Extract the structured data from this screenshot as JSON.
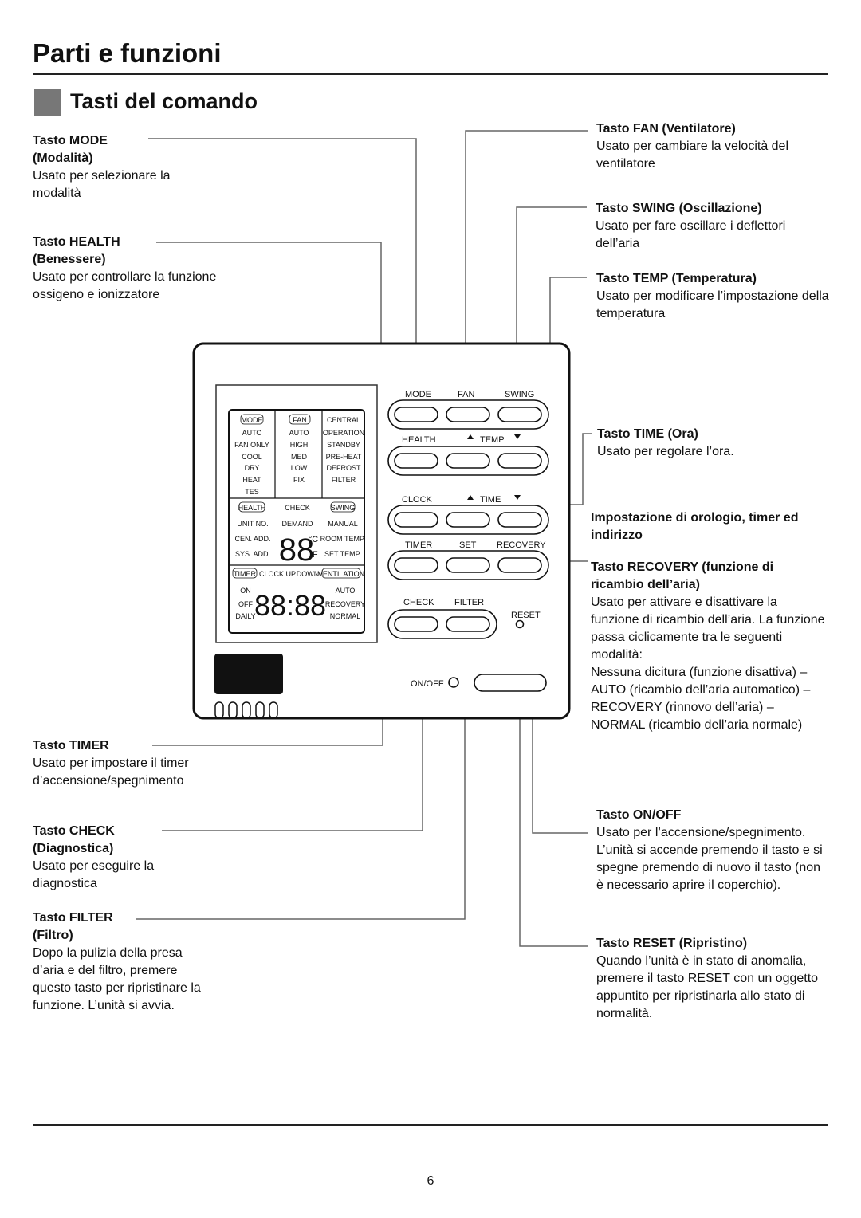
{
  "page": {
    "title": "Parti e funzioni",
    "section_title": "Tasti del comando",
    "page_number": "6"
  },
  "left": [
    {
      "title": "Tasto MODE (Modalità)",
      "desc": "Usato per selezionare la modalità"
    },
    {
      "title": "Tasto HEALTH (Benessere)",
      "desc": "Usato per controllare la funzione ossigeno e ionizzatore"
    },
    {
      "title": "Tasto TIMER",
      "desc": "Usato per impostare il timer d’accensione/spegnimento"
    },
    {
      "title": "Tasto CHECK (Diagnostica)",
      "desc": "Usato per eseguire la diagnostica"
    },
    {
      "title": "Tasto FILTER (Filtro)",
      "desc": "Dopo la pulizia della presa d’aria e del filtro, premere questo tasto per ripristinare la funzione. L’unità si avvia."
    }
  ],
  "right": [
    {
      "title": "Tasto FAN (Ventilatore)",
      "desc": "Usato per cambiare la velocità del ventilatore"
    },
    {
      "title": "Tasto SWING (Oscillazione)",
      "desc": "Usato per fare oscillare i deflettori dell’aria"
    },
    {
      "title": "Tasto TEMP (Temperatura)",
      "desc": "Usato per modificare l’impostazione della temperatura"
    },
    {
      "title": "Tasto TIME (Ora)",
      "desc": "Usato per regolare l’ora."
    },
    {
      "title": "Impostazione di orologio, timer ed indirizzo",
      "desc": ""
    },
    {
      "title": "Tasto RECOVERY (funzione di ricambio dell’aria)",
      "desc": "Usato per attivare e disattivare la funzione di ricambio dell’aria. La funzione passa ciclicamente tra le seguenti modalità:",
      "desc2": "Nessuna dicitura (funzione disattiva) – AUTO (ricambio dell’aria automatico) – RECOVERY (rinnovo dell’aria) – NORMAL (ricambio dell’aria normale)"
    },
    {
      "title": "Tasto ON/OFF",
      "desc": "Usato per l’accensione/spegnimento. L’unità si accende premendo il tasto e si spegne premendo di nuovo il tasto (non è necessario aprire il coperchio)."
    },
    {
      "title": "Tasto RESET (Ripristino)",
      "desc": "Quando l’unità è in stato di anomalia, premere il tasto RESET con un oggetto appuntito per ripristinarla allo stato di normalità."
    }
  ],
  "device": {
    "row1_labels": [
      "MODE",
      "FAN",
      "SWING"
    ],
    "row2_labels": [
      "HEALTH",
      "TEMP"
    ],
    "row3_labels": [
      "CLOCK",
      "TIME"
    ],
    "row4_labels": [
      "TIMER",
      "SET",
      "RECOVERY"
    ],
    "row5_labels": [
      "CHECK",
      "FILTER"
    ],
    "reset_label": "RESET",
    "onoff_label": "ON/OFF",
    "lcd": {
      "col1": [
        "MODE",
        "AUTO",
        "FAN ONLY",
        "COOL",
        "DRY",
        "HEAT",
        "TES"
      ],
      "col2": [
        "FAN",
        "AUTO",
        "HIGH",
        "MED",
        "LOW",
        "FIX"
      ],
      "col3": [
        "CENTRAL",
        "OPERATION",
        "STANDBY",
        "PRE-HEAT",
        "DEFROST",
        "FILTER"
      ],
      "mid_left": [
        "HEALTH",
        "UNIT NO.",
        "CEN. ADD.",
        "SYS. ADD."
      ],
      "mid_center": [
        "CHECK",
        "DEMAND"
      ],
      "mid_right": [
        "SWING",
        "MANUAL",
        "ROOM TEMP.",
        "SET TEMP."
      ],
      "temp_digits": "88",
      "unit_c": "°C",
      "unit_f": "°F",
      "timer_row": [
        "TIMER",
        "CLOCK UP",
        "DOWN",
        "VENTILATION"
      ],
      "bottom_left": [
        "ON",
        "OFF",
        "DAILY"
      ],
      "clock_digits": "88:88",
      "bottom_right": [
        "AUTO",
        "RECOVERY",
        "NORMAL"
      ]
    }
  }
}
